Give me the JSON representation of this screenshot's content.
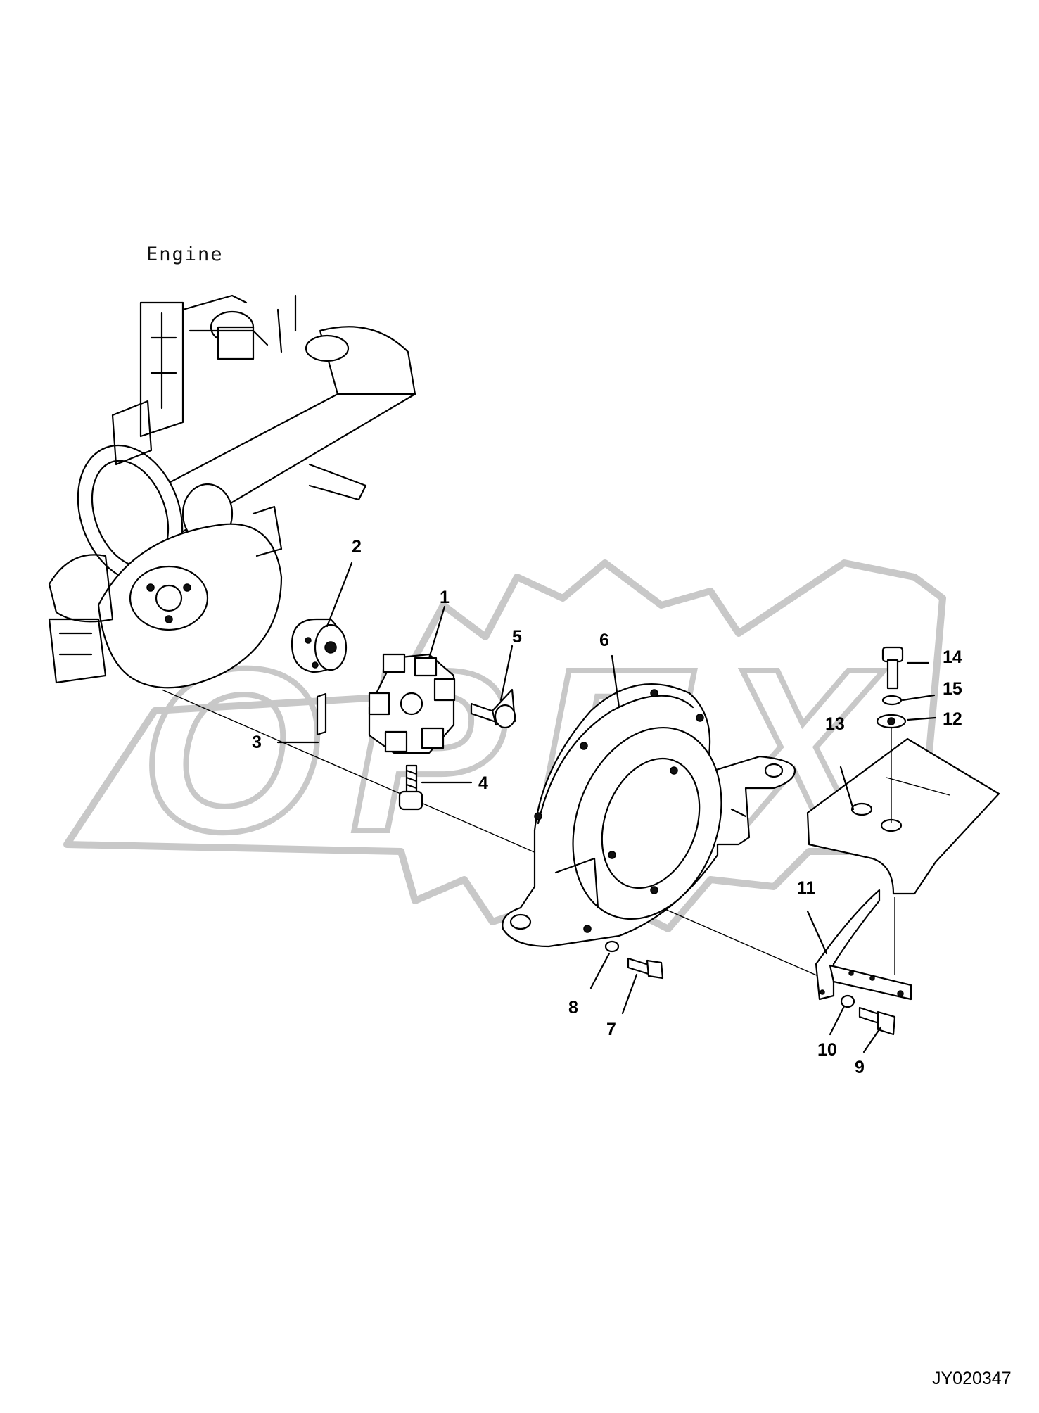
{
  "diagram": {
    "engine_label": "Engine",
    "drawing_code": "JY020347",
    "watermark_text": "OPEX",
    "callouts": [
      "1",
      "2",
      "3",
      "4",
      "5",
      "6",
      "7",
      "8",
      "9",
      "10",
      "11",
      "12",
      "13",
      "14",
      "15"
    ]
  }
}
